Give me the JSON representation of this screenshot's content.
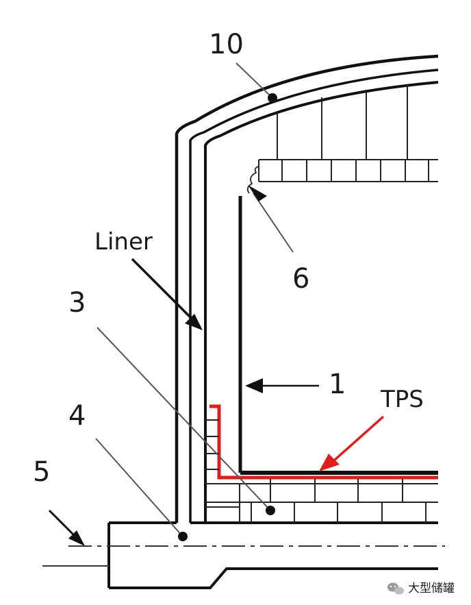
{
  "labels": {
    "roof": "10",
    "dome_support": "6",
    "liner": "Liner",
    "insulation": "3",
    "inner_wall": "1",
    "tps": "TPS",
    "foundation": "4",
    "base": "5"
  },
  "watermark": {
    "icon": "wechat-icon",
    "text": "大型储罐"
  },
  "colors": {
    "line": "#111111",
    "tps": "#e31b1b",
    "leader": "#555555",
    "thin": "#444444"
  }
}
